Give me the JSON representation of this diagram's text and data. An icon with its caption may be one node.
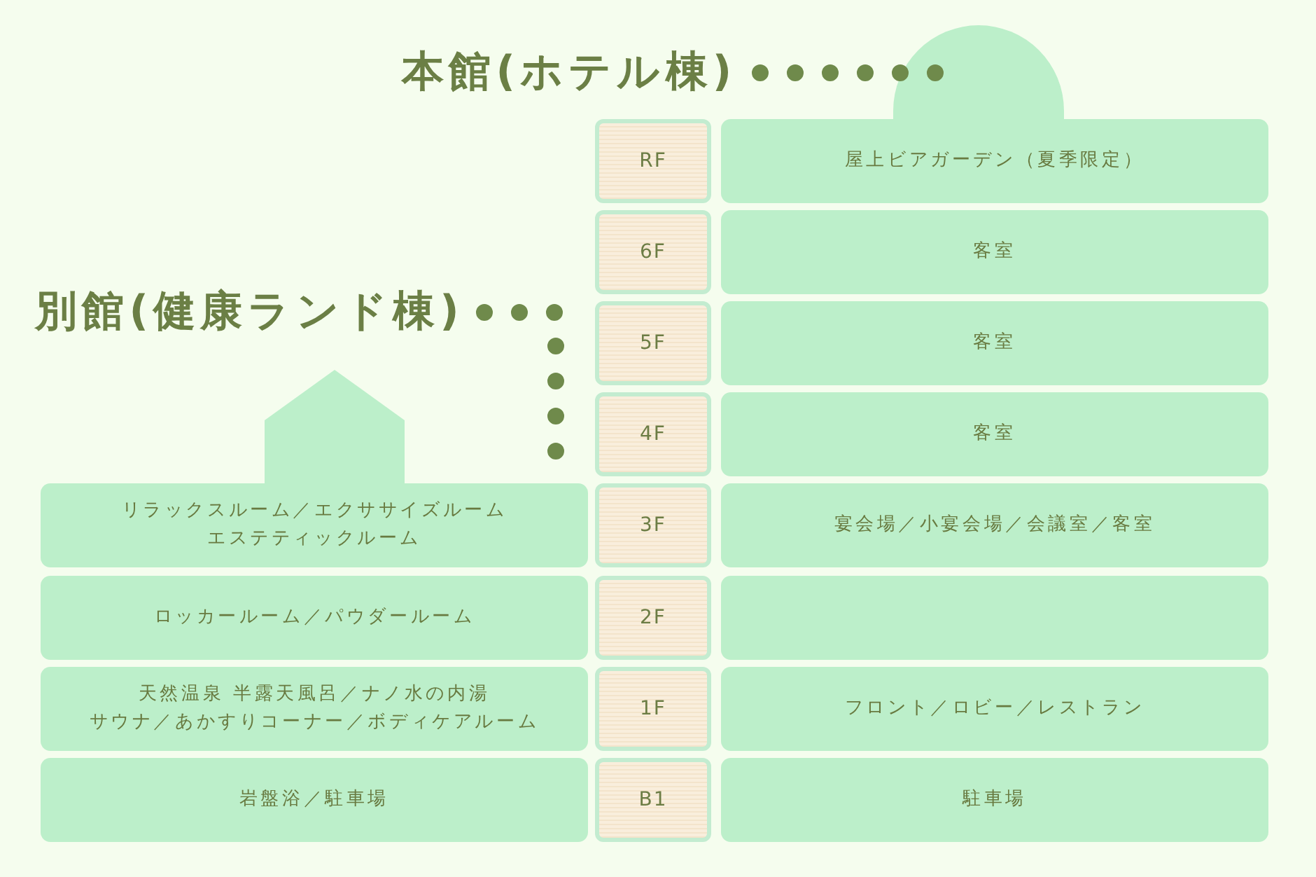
{
  "diagram": {
    "nodes": [
      {
        "text": [
          "本館(ホテル棟)"
        ]
      },
      {
        "text": [],
        "shape": "dome"
      },
      {
        "text": [
          "RF"
        ]
      },
      {
        "text": [
          "屋上ビアガーデン（夏季限定）"
        ]
      },
      {
        "text": [
          "6F"
        ]
      },
      {
        "text": [
          "客室"
        ]
      },
      {
        "text": [
          "別館(健康ランド棟)"
        ]
      },
      {
        "text": [
          "5F"
        ]
      },
      {
        "text": [
          "客室"
        ]
      },
      {
        "text": [],
        "shape": "house"
      },
      {
        "text": [
          "4F"
        ]
      },
      {
        "text": [
          "客室"
        ]
      },
      {
        "text": [
          "リラックスルーム／エクササイズルームエステティックルーム"
        ]
      },
      {
        "text": [
          "3F"
        ]
      },
      {
        "text": [
          "宴会場／小宴会場／会議室／客室"
        ]
      },
      {
        "text": [
          "ロッカールーム／パウダールーム"
        ]
      },
      {
        "text": [
          "2F"
        ]
      },
      {
        "text": [],
        "shape": "box"
      },
      {
        "text": [
          "天然温泉 半露天風呂／ナノ水の内湯サウナ／あかすりコーナー／ボディケアルーム"
        ]
      },
      {
        "text": [
          "1F"
        ]
      },
      {
        "text": [
          "フロント／ロビー／レストラン"
        ]
      },
      {
        "text": [
          "岩盤浴／駐車場"
        ]
      },
      {
        "text": [
          "B1"
        ]
      },
      {
        "text": [
          "駐車場"
        ]
      }
    ],
    "edges": [
      {
        "from": 0,
        "to": 1,
        "arrow": "none"
      },
      {
        "from": 6,
        "to": 12,
        "arrow": "none"
      }
    ]
  }
}
